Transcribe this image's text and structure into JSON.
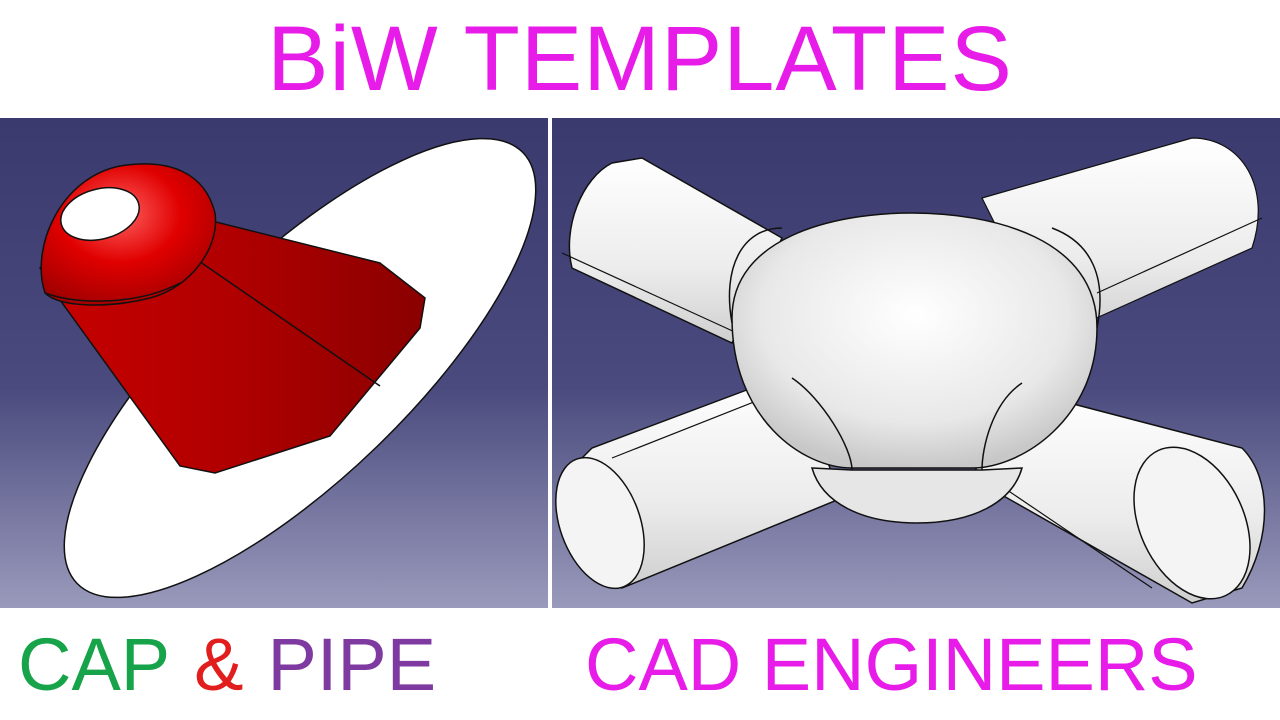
{
  "title": "BiW TEMPLATES",
  "caption_left": {
    "word1": "CAP",
    "word2": "&",
    "word3": "PIPE",
    "colors": {
      "word1": "#16a34a",
      "word2": "#e11d1d",
      "word3": "#7e3aa0"
    }
  },
  "caption_right": {
    "text": "CAD ENGINEERS",
    "color": "#e81ce8"
  },
  "colors": {
    "title": "#e81ce8",
    "viewport_top": "#3a3a6e",
    "viewport_bottom": "#9090b0",
    "cap_red": "#d80000",
    "pipe_white": "#f2f2f2"
  },
  "illustrations": {
    "left": "cap-on-surface-model",
    "right": "four-way-pipe-junction-model"
  }
}
